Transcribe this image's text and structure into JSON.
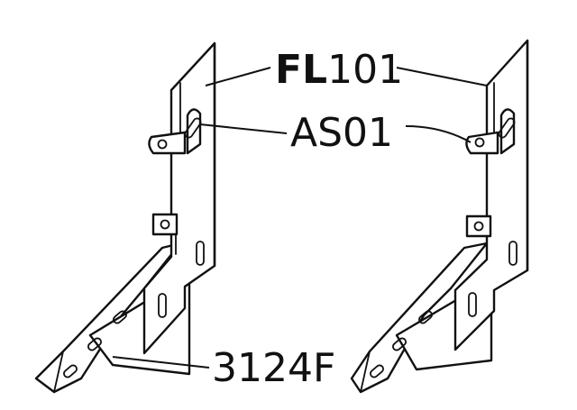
{
  "labels": {
    "fl101": {
      "prefix": "FL",
      "suffix": "101"
    },
    "as01": "AS01",
    "part3124f": "3124F"
  },
  "colors": {
    "ink": "#111111",
    "paper": "#ffffff"
  }
}
